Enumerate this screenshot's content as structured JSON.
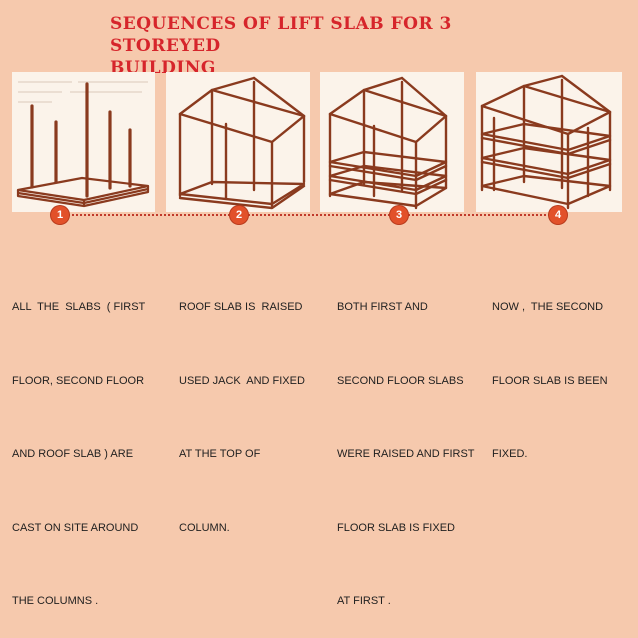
{
  "title": {
    "line1": "Sequences of lift slab for 3 storeyed",
    "line2": "building"
  },
  "steps": [
    {
      "number": "1",
      "lines": [
        "ALL  THE  SLABS  ( FIRST",
        "FLOOR, SECOND FLOOR",
        "AND ROOF SLAB ) ARE",
        "CAST ON SITE AROUND",
        "THE COLUMNS ."
      ]
    },
    {
      "number": "2",
      "lines": [
        "ROOF SLAB IS  RAISED",
        "USED JACK  AND FIXED",
        "AT THE TOP OF",
        "COLUMN."
      ]
    },
    {
      "number": "3",
      "lines": [
        "BOTH FIRST AND",
        "SECOND FLOOR SLABS",
        "WERE RAISED AND FIRST",
        "FLOOR SLAB IS FIXED",
        "AT FIRST ."
      ]
    },
    {
      "number": "4",
      "lines": [
        "NOW ,  THE SECOND",
        "FLOOR SLAB IS BEEN",
        "FIXED."
      ]
    }
  ],
  "colors": {
    "background": "#f6c9ad",
    "title": "#d6252b",
    "sketch": "#8a3a1e",
    "badge": "#e2512a"
  }
}
